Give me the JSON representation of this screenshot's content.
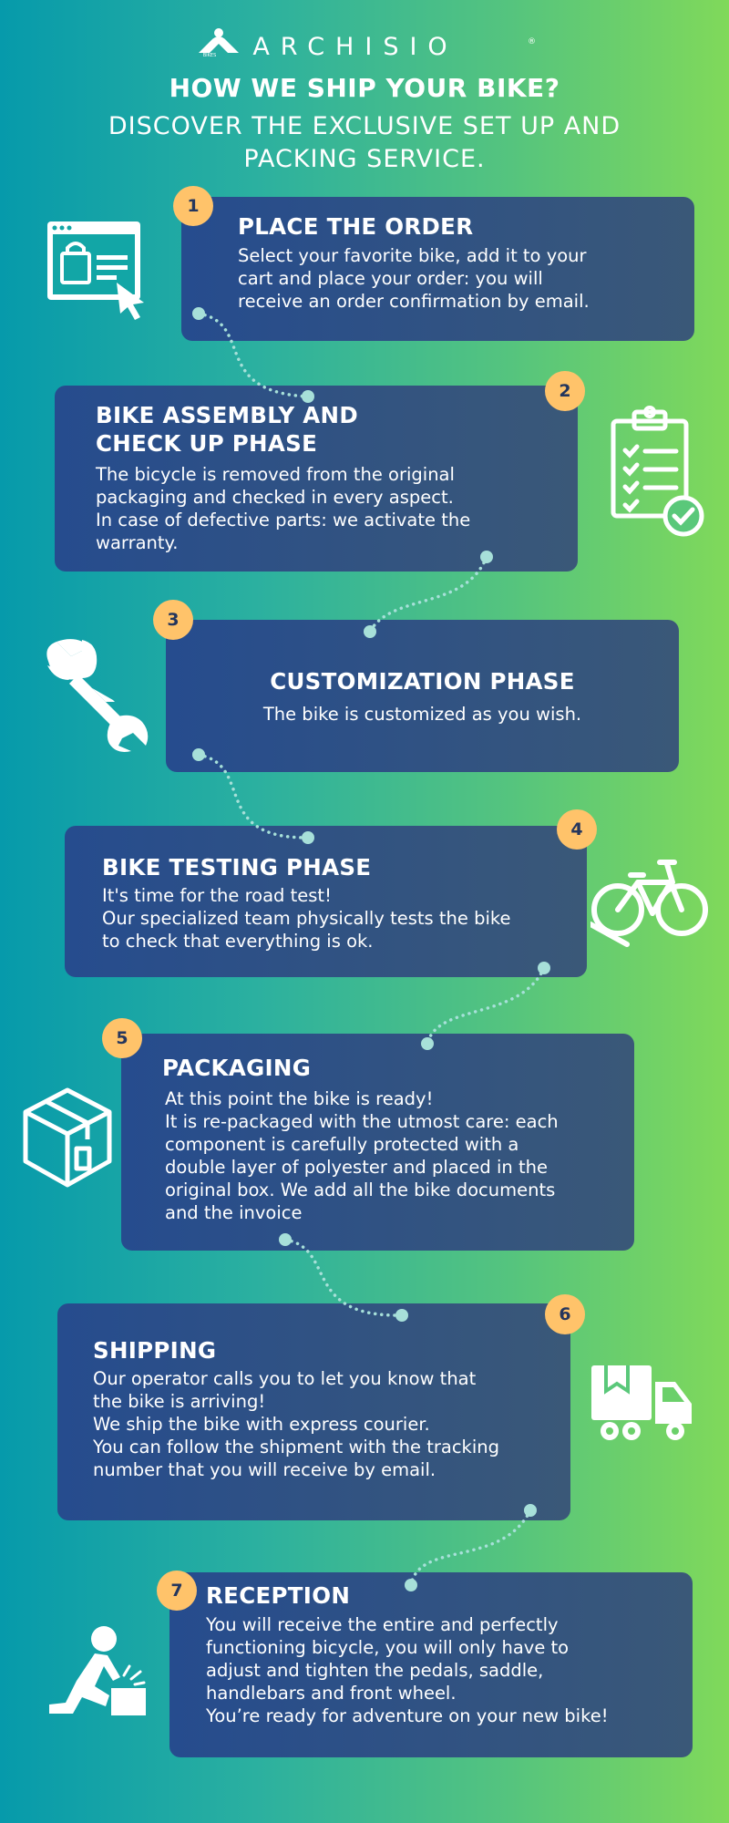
{
  "brand": {
    "name": "ARCHISIO",
    "sub": "BIKES",
    "trademark": "®"
  },
  "header": {
    "title": "HOW WE SHIP YOUR BIKE?",
    "subtitle_line1": "DISCOVER THE EXCLUSIVE SET UP AND",
    "subtitle_line2": "PACKING SERVICE."
  },
  "colors": {
    "badge": "#ffc36a",
    "card": "#2d4f86",
    "dots": "#a7e0d9",
    "bg_left": "#069aab",
    "bg_right": "#80d95a"
  },
  "steps": [
    {
      "number": "1",
      "title": "PLACE THE ORDER",
      "text": "Select your favorite bike, add it to your\ncart and place your order: you will\nreceive an order confirmation by email.",
      "icon": "online-shop-icon"
    },
    {
      "number": "2",
      "title_line1": "BIKE ASSEMBLY AND",
      "title_line2": "CHECK UP PHASE",
      "text": "The bicycle is removed from the original\npackaging and checked in every aspect.\nIn case of defective parts: we activate the\nwarranty.",
      "icon": "checklist-icon"
    },
    {
      "number": "3",
      "title": "CUSTOMIZATION PHASE",
      "text": "The bike is customized as you wish.",
      "icon": "wrench-icon"
    },
    {
      "number": "4",
      "title": "BIKE TESTING PHASE",
      "text": "It's time for the road test!\nOur specialized team physically tests the bike\nto check that everything is ok.",
      "icon": "bicycle-icon"
    },
    {
      "number": "5",
      "title": "PACKAGING",
      "text": "At this point the bike is ready!\nIt is re-packaged with the utmost care: each\ncomponent is carefully protected with a\ndouble layer of polyester and placed in the\noriginal box. We add all the bike documents\nand the invoice",
      "icon": "box-icon"
    },
    {
      "number": "6",
      "title": "SHIPPING",
      "text": "Our operator calls you to let you know that\nthe bike is arriving!\nWe ship the bike with express courier.\nYou can follow the shipment with the tracking\nnumber that you will receive by email.",
      "icon": "delivery-truck-icon"
    },
    {
      "number": "7",
      "title": "RECEPTION",
      "text": "You will receive the entire and perfectly\nfunctioning bicycle, you will only have to\nadjust and tighten the pedals, saddle,\nhandlebars and front wheel.\nYou’re ready for adventure on your new bike!",
      "icon": "assembling-person-icon"
    }
  ]
}
